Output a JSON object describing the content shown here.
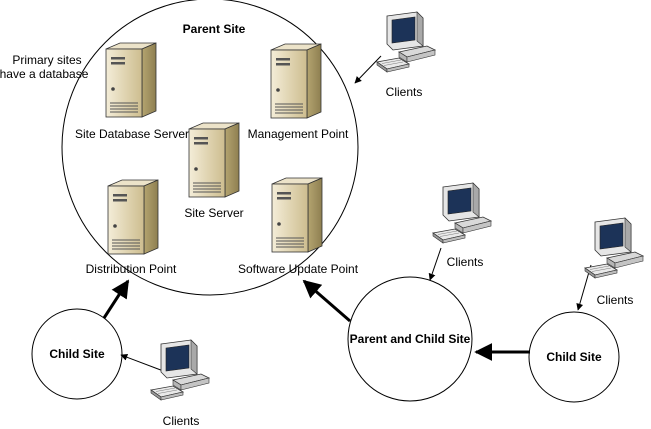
{
  "parent_site": {
    "title": "Parent Site",
    "note_line1": "Primary sites",
    "note_line2": "have a database",
    "roles": {
      "site_database_server": "Site Database Server",
      "management_point": "Management Point",
      "site_server": "Site Server",
      "distribution_point": "Distribution Point",
      "software_update_point": "Software Update Point"
    }
  },
  "child_site_left": {
    "label": "Child Site"
  },
  "parent_child_site": {
    "label": "Parent and Child Site"
  },
  "child_site_right": {
    "label": "Child Site"
  },
  "clients": {
    "top": "Clients",
    "middle": "Clients",
    "right": "Clients",
    "bottom": "Clients"
  },
  "icons": {
    "server": "server-icon",
    "client": "client-computer-icon"
  }
}
